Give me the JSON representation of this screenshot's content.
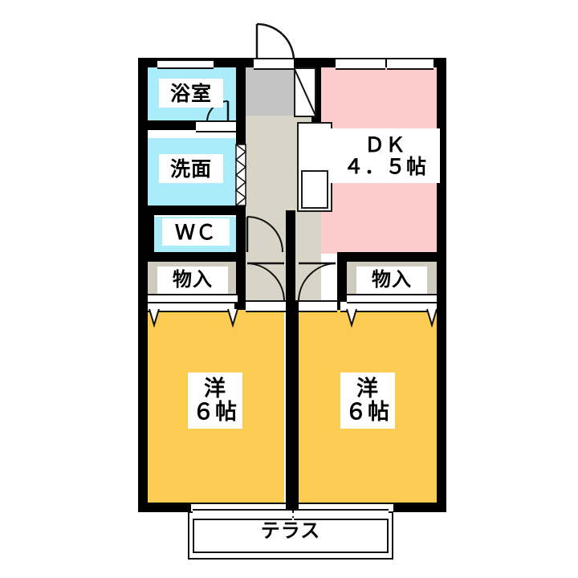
{
  "plan": {
    "type": "japanese-floor-plan",
    "title": "2DK apartment floor plan",
    "rooms": [
      {
        "id": "bath",
        "name": "bathroom",
        "label": "浴室",
        "area_label": "",
        "color": "#ABECFA"
      },
      {
        "id": "washroom",
        "name": "washroom-vanity",
        "label": "洗面",
        "area_label": "",
        "color": "#ABECFA"
      },
      {
        "id": "wc",
        "name": "toilet",
        "label": "ＷＣ",
        "area_label": "",
        "color": "#ABECFA"
      },
      {
        "id": "dk",
        "name": "dining-kitchen",
        "label": "ＤＫ",
        "area_label": "４．５帖",
        "color": "#FCCBCB"
      },
      {
        "id": "closet-left",
        "name": "storage-closet-left",
        "label": "物入",
        "area_label": "",
        "color": "#CFCCBF"
      },
      {
        "id": "closet-right",
        "name": "storage-closet-right",
        "label": "物入",
        "area_label": "",
        "color": "#CFCCBF"
      },
      {
        "id": "room-left",
        "name": "western-room-left",
        "label": "洋",
        "area_label": "６帖",
        "color": "#FCCB52"
      },
      {
        "id": "room-right",
        "name": "western-room-right",
        "label": "洋",
        "area_label": "６帖",
        "color": "#FCCB52"
      },
      {
        "id": "terrace",
        "name": "terrace",
        "label": "テラス",
        "area_label": "",
        "color": "#FFFFFF"
      },
      {
        "id": "entry",
        "name": "entrance-genkan",
        "label": "",
        "area_label": "",
        "color": "#C4C4C4"
      },
      {
        "id": "hall",
        "name": "hallway-corridor",
        "label": "",
        "area_label": "",
        "color": "#D8D5C8"
      }
    ],
    "colors": {
      "wall": "#000000",
      "bath_blue": "#ABECFA",
      "dk_pink": "#FCCBCB",
      "room_yellow": "#FCCB52",
      "closet_gray": "#CFCCBF",
      "entry_gray": "#C4C4C4",
      "hall_beige": "#D8D5C8",
      "background": "#FFFFFF",
      "line": "#111111"
    },
    "fixtures": [
      {
        "name": "kitchen-counter-sink",
        "label": ""
      },
      {
        "name": "shoe-closet",
        "label": ""
      },
      {
        "name": "entrance-door",
        "label": ""
      },
      {
        "name": "bath-door",
        "label": ""
      },
      {
        "name": "wc-door",
        "label": ""
      },
      {
        "name": "room-left-door",
        "label": ""
      },
      {
        "name": "room-right-door",
        "label": ""
      }
    ]
  }
}
